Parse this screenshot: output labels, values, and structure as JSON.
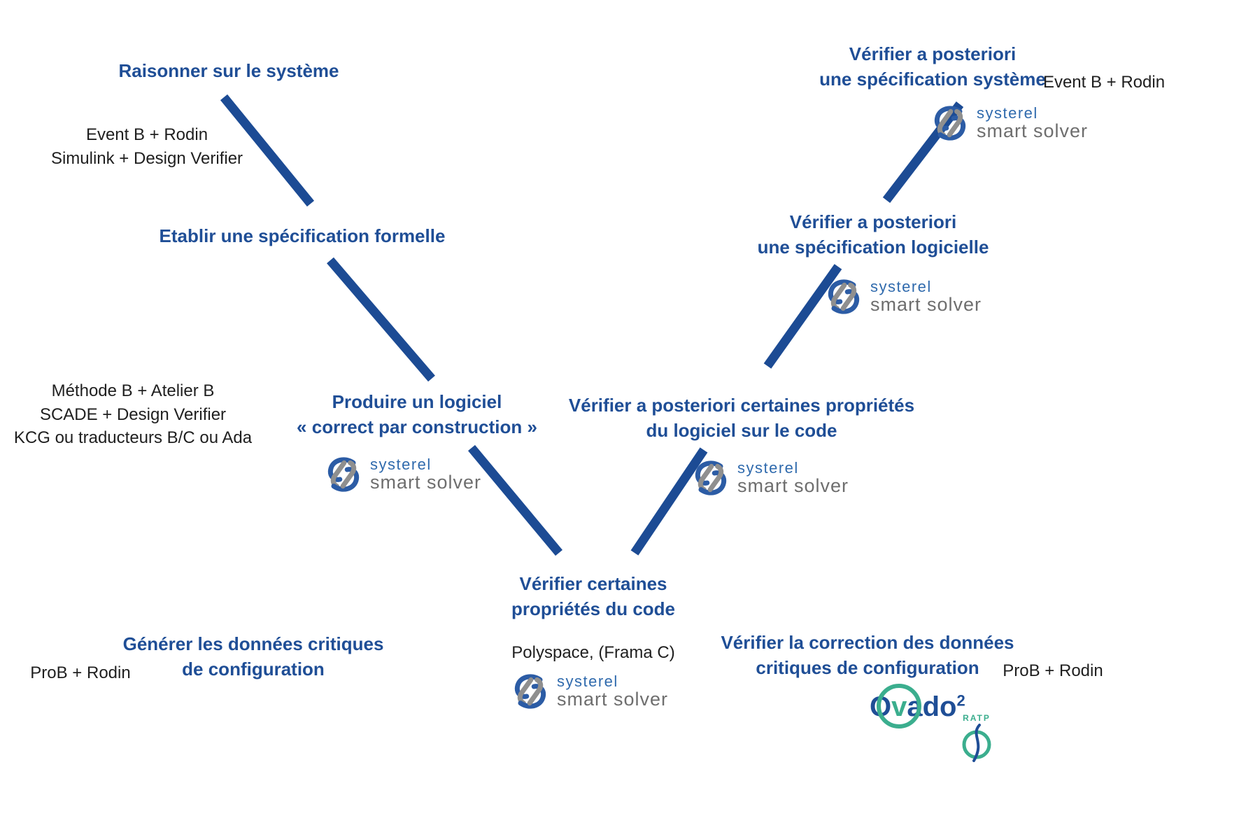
{
  "colors": {
    "title_blue": "#1F4E96",
    "line_blue": "#1C4B94",
    "tool_text": "#1F1F1F",
    "systerel_text_blue": "#2F6AAD",
    "systerel_icon_blue": "#2C5CA5",
    "systerel_gray": "#6E6E6E",
    "systerel_icon_gray": "#8F8F8F",
    "ovado_blue": "#1F4E96",
    "teal_green": "#3BAE8E",
    "background": "#FFFFFF"
  },
  "steps": {
    "raisonner": {
      "line1": "Raisonner sur le système"
    },
    "etablir": {
      "line1": "Etablir une spécification formelle"
    },
    "produire": {
      "line1": "Produire un logiciel",
      "line2": "« correct par construction »"
    },
    "verifier_code": {
      "line1": "Vérifier certaines",
      "line2": "propriétés du code"
    },
    "verifier_props_code": {
      "line1": "Vérifier a posteriori certaines propriétés",
      "line2": "du logiciel sur le code"
    },
    "verifier_spec_logicielle": {
      "line1": "Vérifier a posteriori",
      "line2": "une spécification logicielle"
    },
    "verifier_spec_systeme": {
      "line1": "Vérifier a posteriori",
      "line2": "une spécification système"
    },
    "generer_donnees": {
      "line1": "Générer les données critiques",
      "line2": "de configuration"
    },
    "verifier_donnees": {
      "line1": "Vérifier la correction des données",
      "line2": "critiques de configuration"
    }
  },
  "tools": {
    "system_left": {
      "line1": "Event B + Rodin",
      "line2": "Simulink + Design Verifier"
    },
    "formal_left": {
      "line1": "Méthode B + Atelier B",
      "line2": "SCADE + Design Verifier",
      "line3": "KCG ou traducteurs B/C ou Ada"
    },
    "code_center": {
      "line1": "Polyspace, (Frama C)"
    },
    "system_right": {
      "line1": "Event B + Rodin"
    },
    "data_left": {
      "line1": "ProB + Rodin"
    },
    "data_right": {
      "line1": "ProB + Rodin"
    }
  },
  "logos": {
    "systerel": {
      "name": "systerel",
      "product": "smart solver"
    },
    "ovado": {
      "o": "O",
      "v": "v",
      "ado": "ado",
      "sup": "2",
      "ratp": "RATP"
    }
  }
}
